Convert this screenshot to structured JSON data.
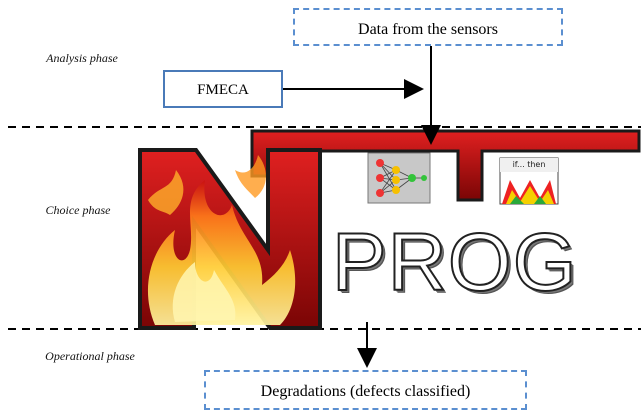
{
  "phases": {
    "analysis": "Analysis phase",
    "choice": "Choice phase",
    "operational": "Operational phase"
  },
  "boxes": {
    "sensors": "Data from the sensors",
    "fmeca": "FMECA",
    "degradations": "Degradations (defects classified)"
  },
  "logo": {
    "big_letter": "N",
    "word": "PROG",
    "rule_icon_text": "if... then"
  },
  "icons": [
    "neural-network-icon",
    "fuzzy-rules-icon"
  ],
  "colors": {
    "dashed_box_border": "#5b8fd0",
    "fmeca_border": "#4a7ab8",
    "logo_red": "#b01010",
    "flame_yellow": "#ffd23a"
  }
}
